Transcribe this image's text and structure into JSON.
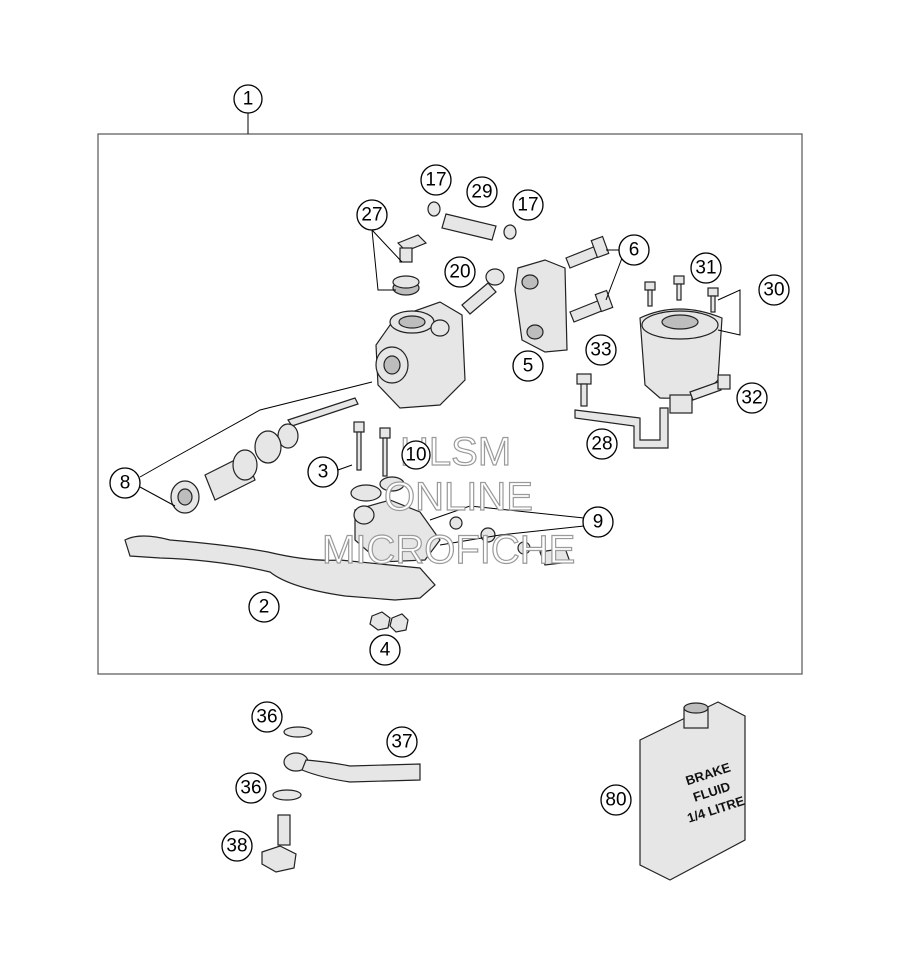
{
  "callouts": {
    "c1": "1",
    "c2": "2",
    "c3": "3",
    "c4": "4",
    "c5": "5",
    "c6": "6",
    "c8": "8",
    "c9": "9",
    "c10": "10",
    "c17a": "17",
    "c17b": "17",
    "c20": "20",
    "c27": "27",
    "c28": "28",
    "c29": "29",
    "c30": "30",
    "c31": "31",
    "c32": "32",
    "c33": "33",
    "c36a": "36",
    "c36b": "36",
    "c37": "37",
    "c38": "38",
    "c80": "80"
  },
  "jug_label": {
    "line1": "BRAKE",
    "line2": "FLUID",
    "line3": "1/4 LITRE"
  },
  "watermark": {
    "line1": "HLSM",
    "line2": "ONLINE",
    "line3": "MICROFICHE"
  }
}
